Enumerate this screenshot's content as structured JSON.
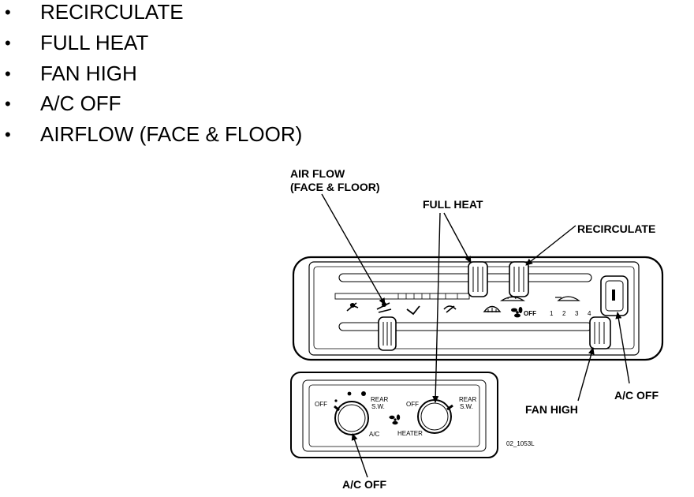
{
  "bullets": [
    {
      "text": "RECIRCULATE"
    },
    {
      "text": "FULL HEAT"
    },
    {
      "text": "FAN HIGH"
    },
    {
      "text": "A/C OFF"
    },
    {
      "text": "AIRFLOW (FACE & FLOOR)"
    }
  ],
  "callouts": {
    "air_flow_line1": "AIR FLOW",
    "air_flow_line2": "(FACE & FLOOR)",
    "full_heat": "FULL HEAT",
    "recirculate": "RECIRCULATE",
    "fan_high": "FAN HIGH",
    "ac_off_right": "A/C OFF",
    "ac_off_bottom": "A/C OFF"
  },
  "front_panel": {
    "fan_off": "OFF",
    "fan_speeds": [
      "1",
      "2",
      "3",
      "4"
    ]
  },
  "rear_panel": {
    "left_knob": {
      "off": "OFF",
      "rear_sw_1": "REAR",
      "rear_sw_2": "S.W.",
      "ac": "A/C"
    },
    "right_knob": {
      "off": "OFF",
      "rear_sw_1": "REAR",
      "rear_sw_2": "S.W.",
      "heater": "HEATER"
    }
  },
  "figure_id": "02_1053L"
}
